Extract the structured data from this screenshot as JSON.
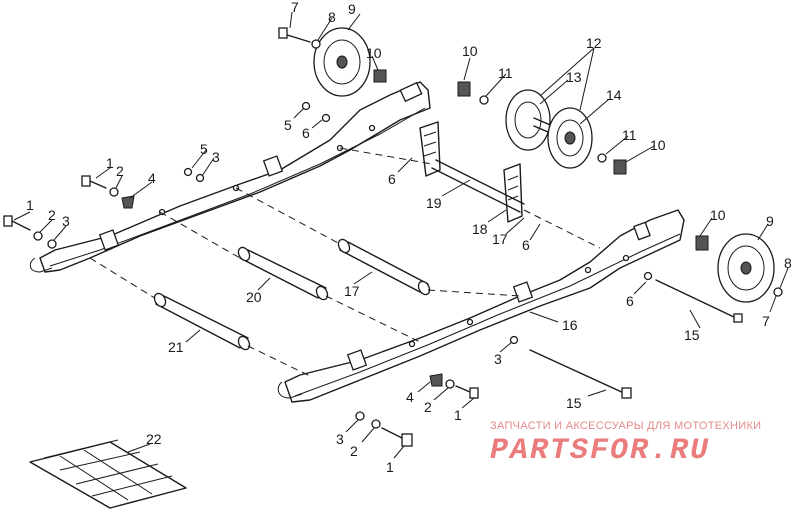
{
  "diagram": {
    "callouts": [
      {
        "id": "c7a",
        "text": "7"
      },
      {
        "id": "c8a",
        "text": "8"
      },
      {
        "id": "c9a",
        "text": "9"
      },
      {
        "id": "c10a",
        "text": "10"
      },
      {
        "id": "c10b",
        "text": "10"
      },
      {
        "id": "c11a",
        "text": "11"
      },
      {
        "id": "c12",
        "text": "12"
      },
      {
        "id": "c13",
        "text": "13"
      },
      {
        "id": "c14",
        "text": "14"
      },
      {
        "id": "c5a",
        "text": "5"
      },
      {
        "id": "c6a",
        "text": "6"
      },
      {
        "id": "c5b",
        "text": "5"
      },
      {
        "id": "c3a",
        "text": "3"
      },
      {
        "id": "c1a",
        "text": "1"
      },
      {
        "id": "c2a",
        "text": "2"
      },
      {
        "id": "c4a",
        "text": "4"
      },
      {
        "id": "c11b",
        "text": "11"
      },
      {
        "id": "c10c",
        "text": "10"
      },
      {
        "id": "c6b",
        "text": "6"
      },
      {
        "id": "c19",
        "text": "19"
      },
      {
        "id": "c1b",
        "text": "1"
      },
      {
        "id": "c2b",
        "text": "2"
      },
      {
        "id": "c3b",
        "text": "3"
      },
      {
        "id": "c18",
        "text": "18"
      },
      {
        "id": "c17a",
        "text": "17"
      },
      {
        "id": "c6c",
        "text": "6"
      },
      {
        "id": "c10d",
        "text": "10"
      },
      {
        "id": "c9b",
        "text": "9"
      },
      {
        "id": "c8b",
        "text": "8"
      },
      {
        "id": "c7b",
        "text": "7"
      },
      {
        "id": "c20",
        "text": "20"
      },
      {
        "id": "c17b",
        "text": "17"
      },
      {
        "id": "c6d",
        "text": "6"
      },
      {
        "id": "c15a",
        "text": "15"
      },
      {
        "id": "c16",
        "text": "16"
      },
      {
        "id": "c21",
        "text": "21"
      },
      {
        "id": "c3c",
        "text": "3"
      },
      {
        "id": "c4b",
        "text": "4"
      },
      {
        "id": "c2c",
        "text": "2"
      },
      {
        "id": "c1c",
        "text": "1"
      },
      {
        "id": "c15b",
        "text": "15"
      },
      {
        "id": "c3d",
        "text": "3"
      },
      {
        "id": "c2d",
        "text": "2"
      },
      {
        "id": "c1d",
        "text": "1"
      },
      {
        "id": "c22",
        "text": "22"
      }
    ]
  },
  "watermark": {
    "tagline": "ЗАПЧАСТИ И АКСЕССУАРЫ ДЛЯ МОТОТЕХНИКИ",
    "brand": "PARTSFOR.RU",
    "color": "#ea7c7c"
  }
}
